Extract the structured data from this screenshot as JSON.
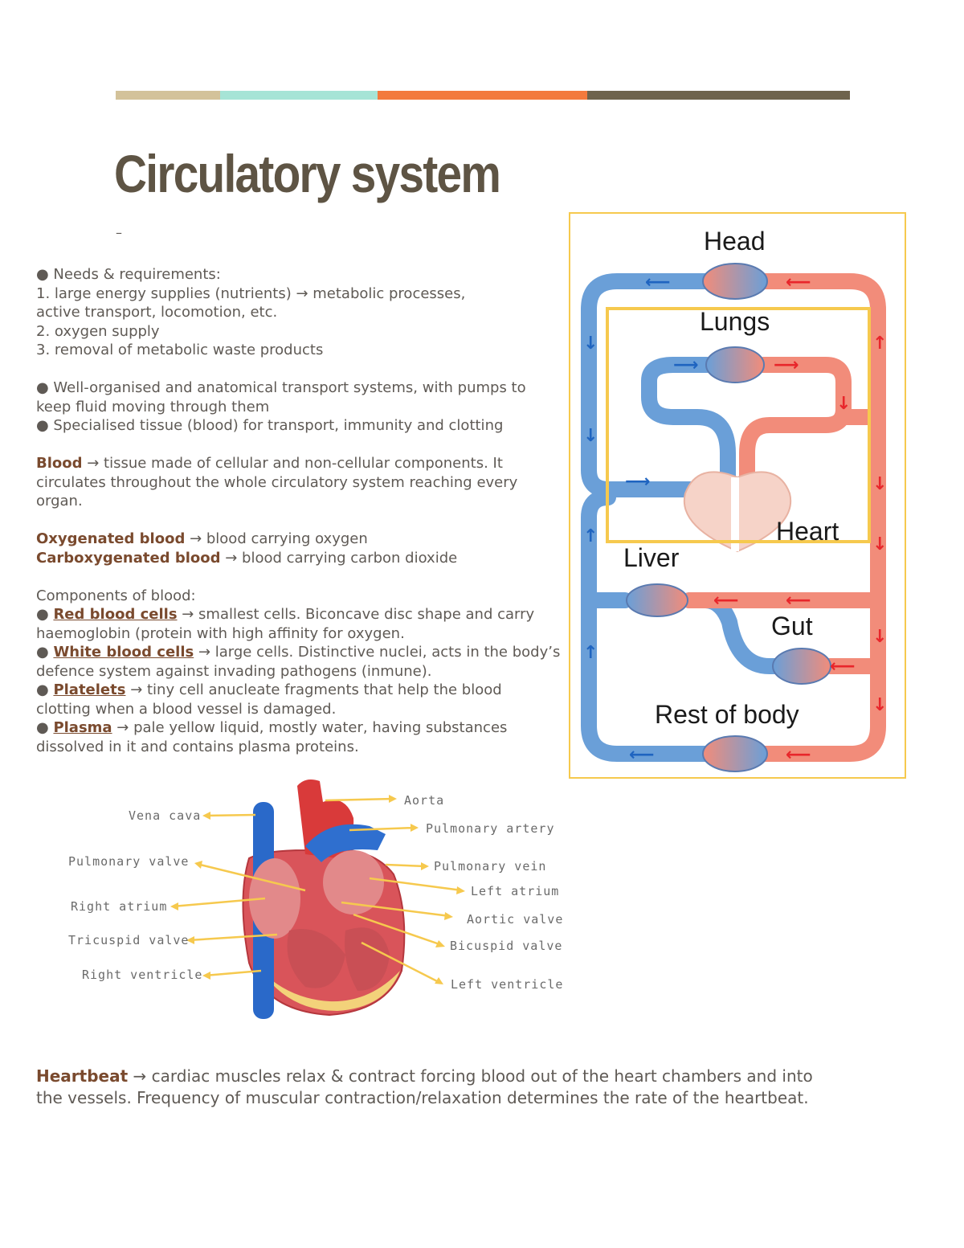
{
  "top_bar": {
    "colors": [
      "#d3c29a",
      "#a6e4d6",
      "#f37a3d",
      "#6e634c"
    ],
    "segments": [
      130,
      196,
      261,
      327
    ]
  },
  "title": "Circulatory system",
  "divider": "–",
  "needs": {
    "heading": "● Needs & requirements:",
    "line1": "1. large energy supplies (nutrients) → metabolic processes,",
    "line2": "active transport, locomotion, etc.",
    "line3": "2. oxygen supply",
    "line4": "3. removal of metabolic waste products"
  },
  "systems": {
    "line1": "● Well-organised and anatomical transport systems, with pumps to",
    "line2": "keep fluid moving through them",
    "line3": "● Specialised tissue (blood) for transport, immunity and clotting"
  },
  "blood": {
    "term": "Blood",
    "text1": " → tissue made of cellular and non-cellular components. It",
    "text2": "circulates throughout the whole circulatory system reaching every",
    "text3": "organ."
  },
  "oxygenated": {
    "term": "Oxygenated blood",
    "text": " → blood carrying oxygen"
  },
  "carboxygenated": {
    "term": "Carboxygenated blood",
    "text": " → blood carrying carbon dioxide"
  },
  "components": {
    "heading": "Components of blood:",
    "bullet": "● ",
    "rbc": {
      "term": "Red blood cells",
      "text1": " → smallest cells. Biconcave disc shape and carry",
      "text2": "haemoglobin (protein with high affinity for oxygen."
    },
    "wbc": {
      "term": "White blood cells",
      "text1": " → large cells. Distinctive nuclei, acts in the body’s",
      "text2": "defence system against invading pathogens (inmune)."
    },
    "platelets": {
      "term": "Platelets",
      "text1": " → tiny cell anucleate fragments that help the blood",
      "text2": "clotting when a blood vessel is damaged."
    },
    "plasma": {
      "term": "Plasma",
      "text1": " → pale yellow liquid, mostly water, having substances",
      "text2": "dissolved in it and contains plasma proteins."
    }
  },
  "circulation_diagram": {
    "labels": {
      "head": "Head",
      "lungs": "Lungs",
      "heart": "Heart",
      "liver": "Liver",
      "gut": "Gut",
      "rest": "Rest of body"
    },
    "colors": {
      "frame": "#f6c94e",
      "deoxygenated": "#6a9fd8",
      "oxygenated": "#f28c7a",
      "arrow_blue": "#1f64c0",
      "arrow_red": "#e8262b"
    }
  },
  "heart_diagram": {
    "labels": {
      "vena_cava": "Vena cava",
      "pulmonary_valve": "Pulmonary valve",
      "right_atrium": "Right atrium",
      "tricuspid_valve": "Tricuspid valve",
      "right_ventricle": "Right ventricle",
      "aorta": "Aorta",
      "pulmonary_artery": "Pulmonary artery",
      "pulmonary_vein": "Pulmonary vein",
      "left_atrium": "Left atrium",
      "aortic_valve": "Aortic valve",
      "bicuspid_valve": "Bicuspid valve",
      "left_ventricle": "Left ventricle"
    }
  },
  "heartbeat": {
    "term": "Heartbeat",
    "text1": " → cardiac muscles relax & contract forcing blood out of the heart chambers and into",
    "text2": "the vessels. Frequency of muscular contraction/relaxation determines the rate of the heartbeat."
  }
}
